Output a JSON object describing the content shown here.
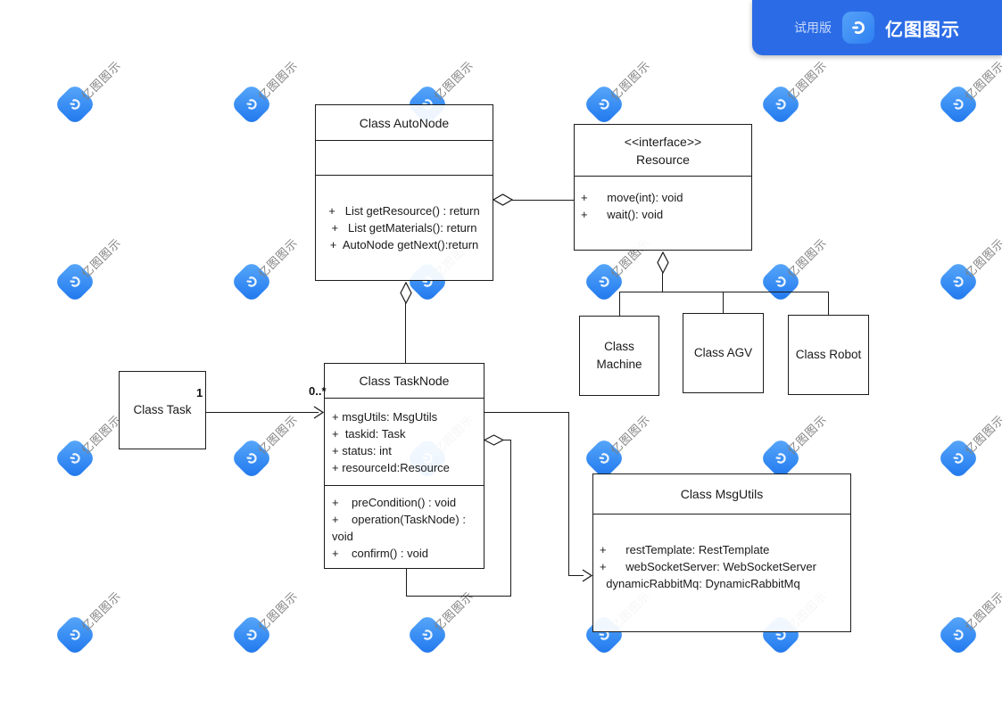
{
  "header": {
    "trial_label": "试用版",
    "brand": "亿图图示"
  },
  "watermark": {
    "text": "亿图图示"
  },
  "diagram": {
    "autonode": {
      "title": "Class AutoNode",
      "methods": [
        "+   List getResource() : return",
        "+   List getMaterials(): return",
        "+  AutoNode getNext():return"
      ]
    },
    "resource": {
      "stereotype": "<<interface>>",
      "name": "Resource",
      "methods": [
        "+      move(int): void",
        "+      wait(): void"
      ]
    },
    "machine": {
      "title": "Class Machine"
    },
    "agv": {
      "title": "Class AGV"
    },
    "robot": {
      "title": "Class Robot"
    },
    "task": {
      "title": "Class Task"
    },
    "tasknode": {
      "title": "Class TaskNode",
      "attributes": [
        "+ msgUtils: MsgUtils",
        "+  taskid: Task",
        "+ status: int",
        "+ resourceId:Resource"
      ],
      "methods": [
        "+    preCondition() : void",
        "+    operation(TaskNode) : void",
        "+    confirm() : void"
      ]
    },
    "msgutils": {
      "title": "Class MsgUtils",
      "attributes": [
        "+      restTemplate: RestTemplate",
        "+      webSocketServer: WebSocketServer",
        "  dynamicRabbitMq: DynamicRabbitMq"
      ]
    },
    "labels": {
      "task_multiplicity": "1",
      "tasknode_multiplicity": "0..*"
    }
  }
}
